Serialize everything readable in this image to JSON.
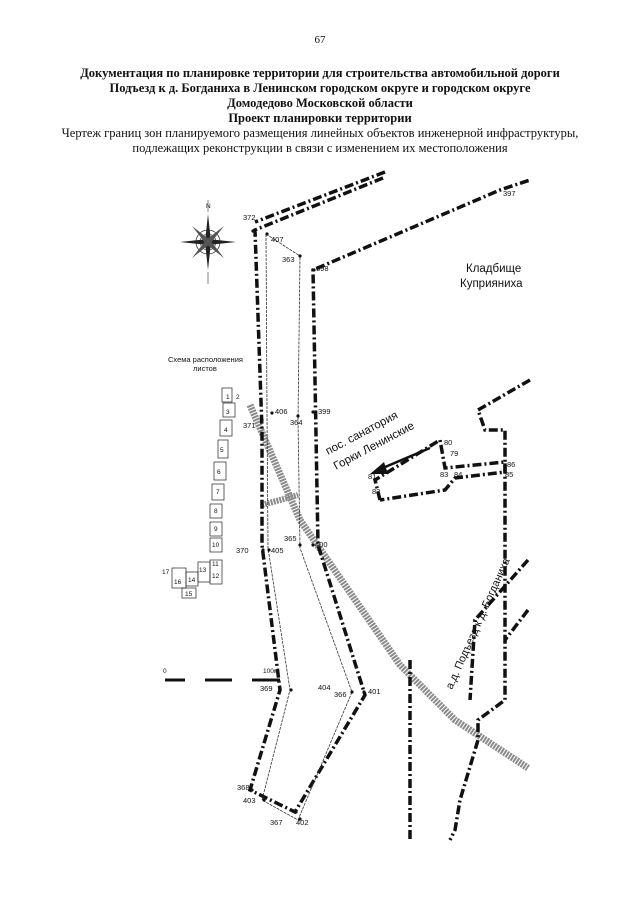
{
  "header": {
    "page_number": "67",
    "title_lines": [
      "Документация по планировке территории для строительства автомобильной дороги",
      "Подъезд к д. Богданиха в Ленинском городском округе и городском округе",
      "Домодедово Московской области",
      "Проект планировки территории"
    ],
    "subtitle_lines": [
      "Чертеж границ зон планируемого размещения линейных объектов инженерной инфраструктуры,",
      "подлежащих реконструкции в связи с изменением их местоположения"
    ]
  },
  "map": {
    "place_labels": {
      "cemetery_line1": "Кладбище",
      "cemetery_line2": "Куприяниха",
      "sanatorium_line1": "пос. санатория",
      "sanatorium_line2": "Горки Ленинские",
      "road": "а.д. Подъезд к д. Богданиха"
    },
    "inset": {
      "title_line1": "Схема расположения",
      "title_line2": "листов",
      "sheet_numbers": [
        "1",
        "2",
        "3",
        "4",
        "5",
        "6",
        "7",
        "8",
        "9",
        "10",
        "11",
        "12",
        "13",
        "14",
        "15",
        "16",
        "17"
      ]
    },
    "scale_bar": {
      "start": "0",
      "end": "100м"
    },
    "compass": {
      "north_letter": "N"
    },
    "points": {
      "p372": "372",
      "p407": "407",
      "p363": "363",
      "p398": "398",
      "p397": "397",
      "p371": "371",
      "p406": "406",
      "p364": "364",
      "p399": "399",
      "p80": "80",
      "p79": "79",
      "p86": "86",
      "p83": "83",
      "p84": "84",
      "p85": "85",
      "p81": "81",
      "p82": "82",
      "p370": "370",
      "p405": "405",
      "p365": "365",
      "p400": "400",
      "p369": "369",
      "p404": "404",
      "p366": "366",
      "p401": "401",
      "p368": "368",
      "p403": "403",
      "p367": "367",
      "p402": "402"
    }
  }
}
